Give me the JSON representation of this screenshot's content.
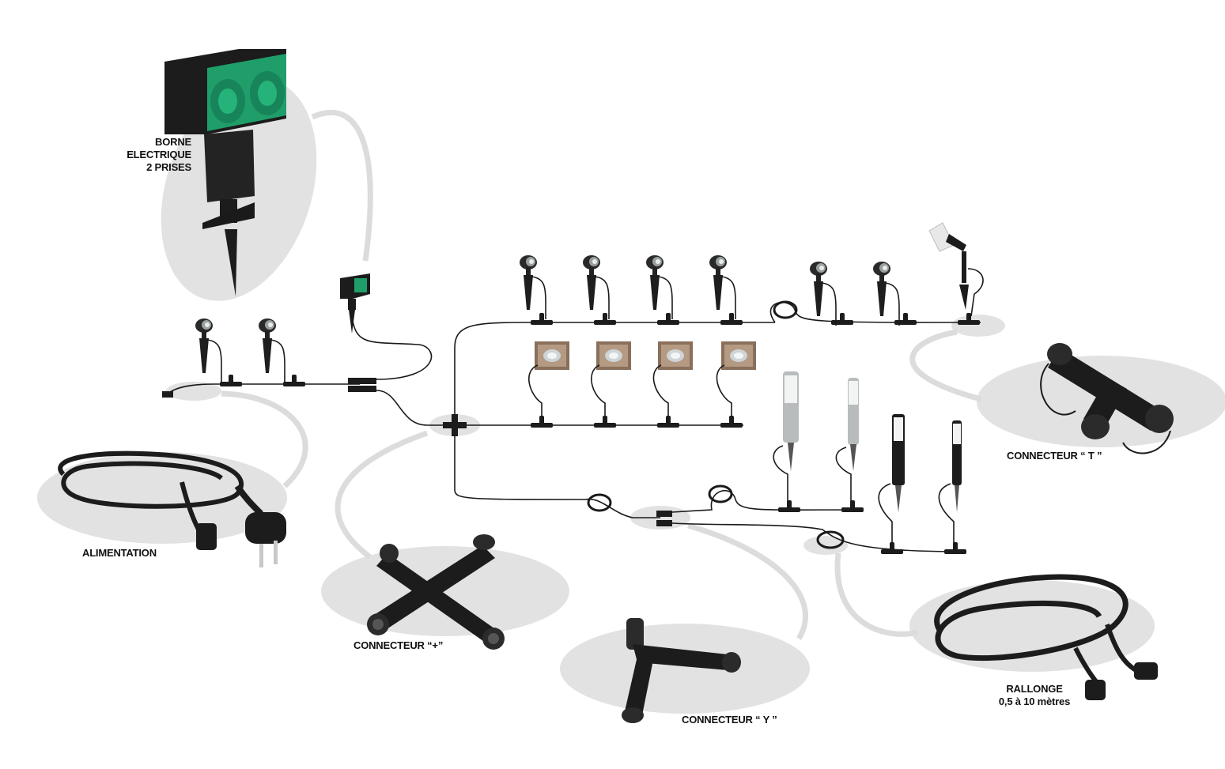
{
  "labels": {
    "borne": [
      "BORNE",
      "ELECTRIQUE",
      "2 PRISES"
    ],
    "alimentation": "ALIMENTATION",
    "connecteur_plus": "CONNECTEUR “+”",
    "connecteur_y": "CONNECTEUR “ Y ”",
    "connecteur_t": "CONNECTEUR “ T ”",
    "rallonge": [
      "RALLONGE",
      "0,5 à 10 mètres"
    ]
  },
  "colors": {
    "socket_green": "#1f9e6a",
    "housing_black": "#1c1c1c",
    "ellipse_grey": "#e2e2e2",
    "connector_grey": "#dcdcdc"
  },
  "icons": [
    "power-post-icon",
    "spotlight-icon",
    "recessed-light-icon",
    "bollard-light-icon",
    "cable-coil-icon",
    "plug-icon",
    "t-connector-icon",
    "plus-connector-icon",
    "y-connector-icon"
  ]
}
